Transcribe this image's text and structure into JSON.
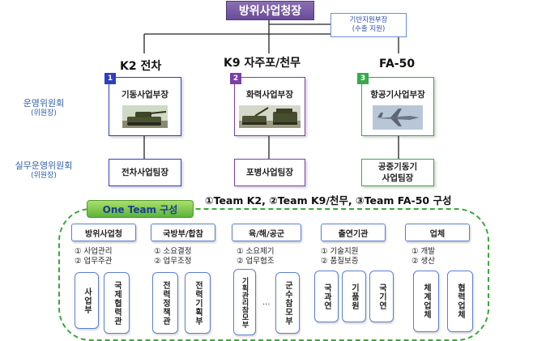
{
  "headquarters": {
    "title": "방위사업청장"
  },
  "support": {
    "line1": "기반지원부장",
    "line2": "(수출 지원)"
  },
  "programs": [
    {
      "title": "K2 전차"
    },
    {
      "title": "K9 자주포/천무"
    },
    {
      "title": "FA-50"
    }
  ],
  "rows": {
    "operations": {
      "title": "운영위원회",
      "chair": "(위원장)"
    },
    "working": {
      "title": "실무운영위원회",
      "chair": "(위원장)"
    }
  },
  "departments": [
    {
      "num": "1",
      "name": "기동사업부장",
      "picture": "tank-image",
      "color": "#2f3fc0"
    },
    {
      "num": "2",
      "name": "화력사업부장",
      "picture": "artillery-image",
      "color": "#7a3fa8"
    },
    {
      "num": "3",
      "name": "항공기사업부장",
      "picture": "jet-image",
      "color": "#3aa84a"
    }
  ],
  "teams": [
    {
      "line1": "전차사업팀장",
      "line2": "",
      "color": "#2f3fc0"
    },
    {
      "line1": "포병사업팀장",
      "line2": "",
      "color": "#7a3fa8"
    },
    {
      "line1": "공중기동기",
      "line2": "사업팀장",
      "color": "#3aa84a"
    }
  ],
  "one_team": {
    "banner": "One Team 구성",
    "caption": "①Team K2, ②Team K9/천무, ③Team FA-50 구성",
    "groups": [
      {
        "title": "방위사업청",
        "roles": [
          "① 사업관리",
          "② 업무주관"
        ],
        "cards": [
          "사업부",
          "국제협력관"
        ]
      },
      {
        "title": "국방부/합참",
        "roles": [
          "① 소요결정",
          "② 업무조정"
        ],
        "cards": [
          "전력정책관",
          "전력기획부"
        ]
      },
      {
        "title": "육/해/공군",
        "roles": [
          "① 소요제기",
          "② 업무협조"
        ],
        "cards": [
          "기획관리참모부",
          "군수참모부"
        ],
        "between": "..."
      },
      {
        "title": "출연기관",
        "roles": [
          "① 기술지원",
          "② 품질보증"
        ],
        "cards": [
          "국과연",
          "기품원",
          "국기연"
        ]
      },
      {
        "title": "업체",
        "roles": [
          "① 개발",
          "② 생산"
        ],
        "cards": [
          "체계업체",
          "협력업체"
        ]
      }
    ]
  }
}
